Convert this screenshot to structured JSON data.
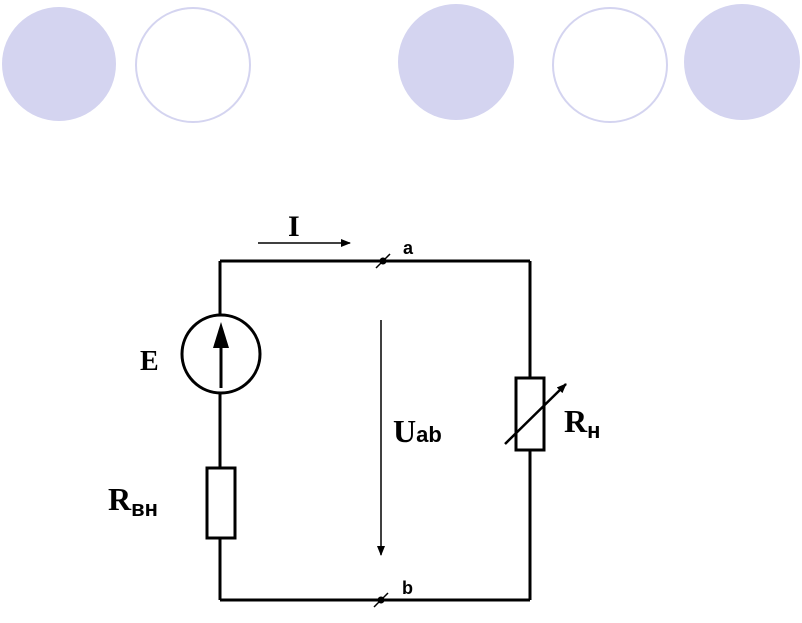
{
  "colors": {
    "decor_filled": "#d4d4f0",
    "decor_outline": "#d4d4f0",
    "wire": "#000000"
  },
  "decorations": [
    "filled-circle",
    "outline-circle",
    "filled-circle",
    "outline-circle",
    "filled-circle"
  ],
  "labels": {
    "current": "I",
    "emf": "E",
    "node_a": "a",
    "node_b": "b",
    "voltage_main": "U",
    "voltage_sub": "ab",
    "r_int_main": "R",
    "r_int_sub": "вн",
    "r_load_main": "R",
    "r_load_sub": "н"
  }
}
